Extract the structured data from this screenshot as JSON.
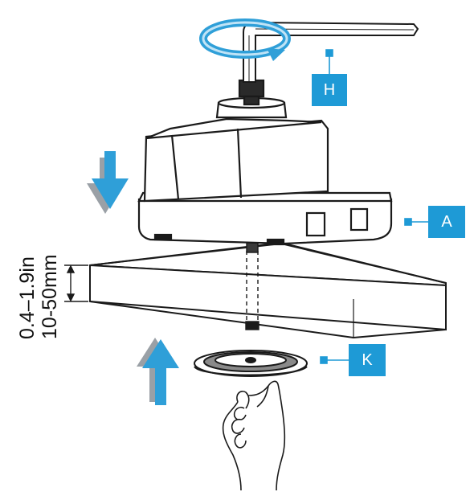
{
  "labels": {
    "hex_key": "H",
    "clamp_base": "A",
    "mount_plate": "K"
  },
  "thickness": {
    "inches": "0.4–1.9in",
    "millimeters": "10-50mm"
  },
  "icons": {
    "rotation": "rotate-arrow-icon",
    "down": "arrow-down-icon",
    "up": "arrow-up-icon"
  },
  "colors": {
    "accent": "#1e9ad6",
    "arrow": "#2f9fd8",
    "arrow_shadow": "#9aa0a6",
    "outline": "#1a1a1a",
    "part_fill": "#ffffff",
    "desk_fill": "#ffffff"
  }
}
